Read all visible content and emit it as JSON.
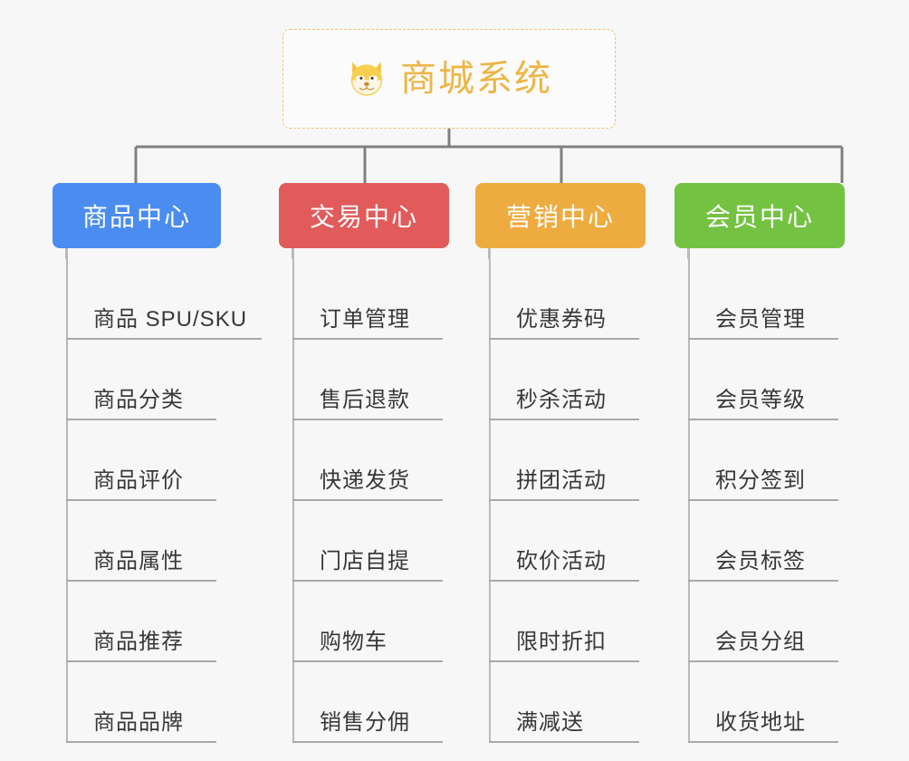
{
  "root": {
    "label": "商城系统",
    "icon": "shiba-dog-face-icon",
    "border_color": "#efc271",
    "text_color": "#edb545"
  },
  "branches": [
    {
      "label": "商品中心",
      "color": "#4a8cf0",
      "items": [
        "商品 SPU/SKU",
        "商品分类",
        "商品评价",
        "商品属性",
        "商品推荐",
        "商品品牌"
      ]
    },
    {
      "label": "交易中心",
      "color": "#e15b5b",
      "items": [
        "订单管理",
        "售后退款",
        "快递发货",
        "门店自提",
        "购物车",
        "销售分佣"
      ]
    },
    {
      "label": "营销中心",
      "color": "#eeab3f",
      "items": [
        "优惠券码",
        "秒杀活动",
        "拼团活动",
        "砍价活动",
        "限时折扣",
        "满减送"
      ]
    },
    {
      "label": "会员中心",
      "color": "#74c242",
      "items": [
        "会员管理",
        "会员等级",
        "积分签到",
        "会员标签",
        "会员分组",
        "收货地址"
      ]
    }
  ],
  "theme": {
    "background": "#f7f7f7",
    "connector_color": "#808080",
    "leaf_line_color": "#a8a8a8",
    "leaf_text_color": "#37383a"
  }
}
